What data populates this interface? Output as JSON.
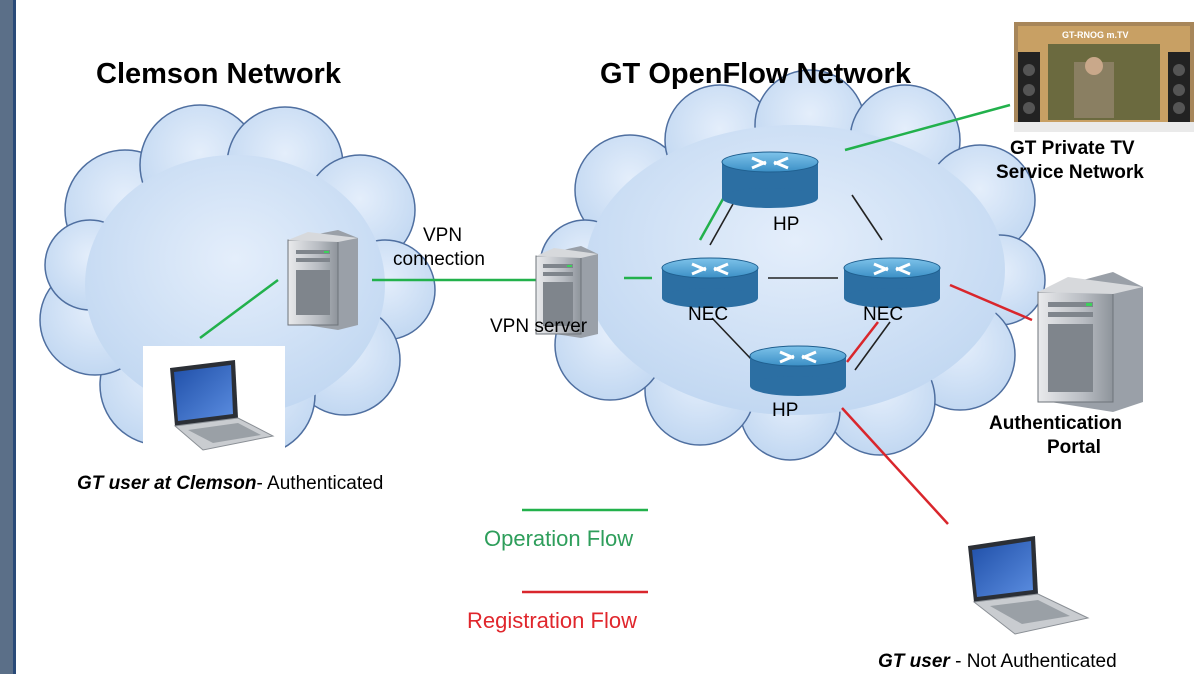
{
  "titles": {
    "clemson": "Clemson Network",
    "gt": "GT OpenFlow Network"
  },
  "nodes": {
    "vpn_connection_line1": "VPN",
    "vpn_connection_line2": "connection",
    "vpn_server": "VPN server",
    "hp_top": "HP",
    "hp_bottom": "HP",
    "nec_left": "NEC",
    "nec_right": "NEC",
    "tv_line1": "GT Private TV",
    "tv_line2": "Service Network",
    "tv_screen_text": "GT-RNOG  m.TV",
    "auth_line1": "Authentication",
    "auth_line2": "Portal"
  },
  "users": {
    "clemson_user_bold": "GT user at Clemson",
    "clemson_user_rest": "- Authenticated",
    "gt_user_bold": "GT user",
    "gt_user_rest": " - Not Authenticated"
  },
  "legend": {
    "operation": "Operation Flow",
    "registration": "Registration Flow"
  },
  "colors": {
    "operation": "#22b14c",
    "registration": "#d9262c",
    "operation_text": "#2e9e5b",
    "registration_text": "#e0262c",
    "cloud_fill": "#cfe2f7",
    "cloud_stroke": "#4f6fa0",
    "router_fill": "#4a9fd4"
  },
  "icons": [
    "laptop-icon",
    "server-icon",
    "router-icon",
    "tv-screen-icon"
  ]
}
